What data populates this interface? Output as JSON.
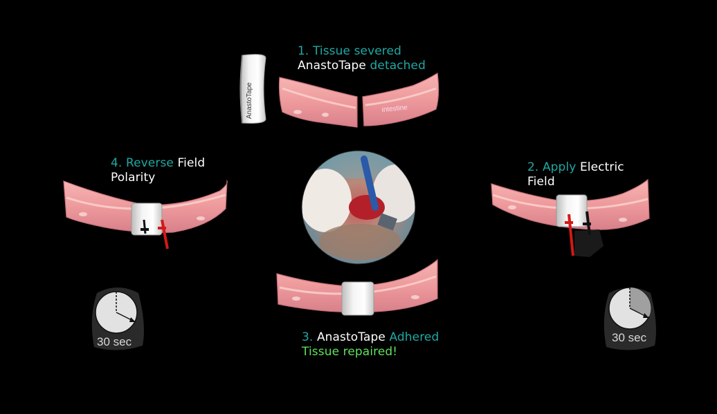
{
  "steps": {
    "step1": {
      "number": "1.",
      "line1_teal": "Tissue severed",
      "line2_white": "AnastoTape",
      "line2_teal": "detached"
    },
    "step2": {
      "number": "2.",
      "line1_teal": "Apply",
      "line1_white": "Electric",
      "line2_white": "Field"
    },
    "step3": {
      "number": "3.",
      "line1_white": "AnastoTape",
      "line1_teal": "Adhered",
      "line2_green": "Tissue repaired!"
    },
    "step4": {
      "number": "4.",
      "line1_teal": "Reverse",
      "line1_white": "Field",
      "line2_white": "Polarity"
    }
  },
  "labels": {
    "tape": "AnastoTape",
    "intestine": "intestine"
  },
  "timers": [
    {
      "label": "30 sec"
    },
    {
      "label": "30 sec"
    }
  ],
  "colors": {
    "teal": "#1fa9a4",
    "green": "#5fe15a",
    "tissue": "#f1a3a3",
    "tissue_dark": "#d87f86",
    "background": "#000000"
  }
}
